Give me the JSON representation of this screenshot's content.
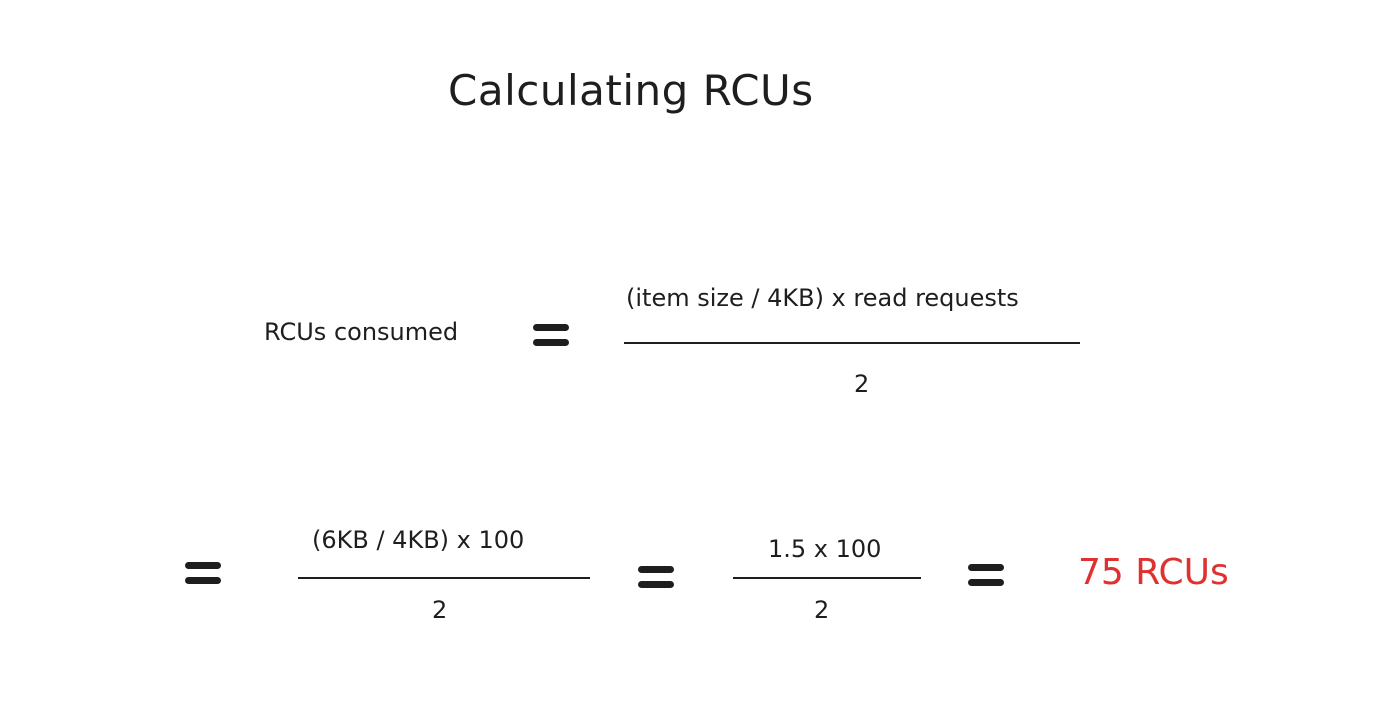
{
  "title": "Calculating RCUs",
  "formula": {
    "lhs": "RCUs consumed",
    "numerator": "(item size / 4KB) x read requests",
    "denominator": "2"
  },
  "steps": [
    {
      "numerator": "(6KB / 4KB) x 100",
      "denominator": "2"
    },
    {
      "numerator": "1.5 x 100",
      "denominator": "2"
    }
  ],
  "result": "75 RCUs",
  "colors": {
    "ink": "#1e1e1e",
    "result": "#e03131"
  }
}
